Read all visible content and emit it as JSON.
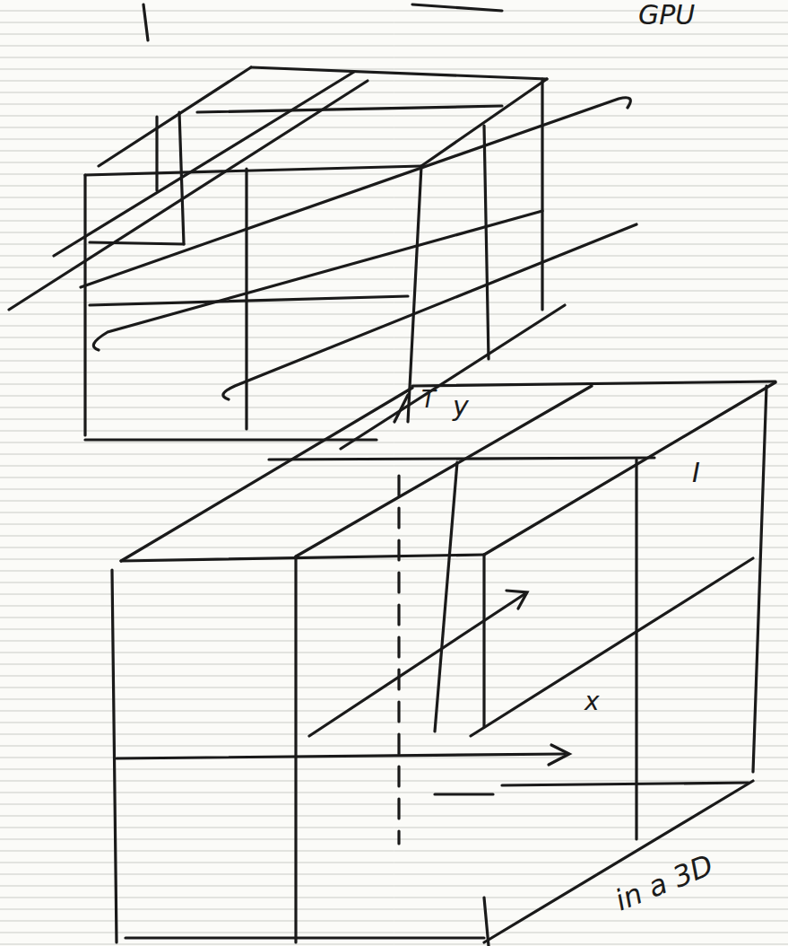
{
  "diagram": {
    "labels": [
      "GPU",
      "T",
      "y",
      "I",
      "x",
      "in a 3D"
    ]
  }
}
